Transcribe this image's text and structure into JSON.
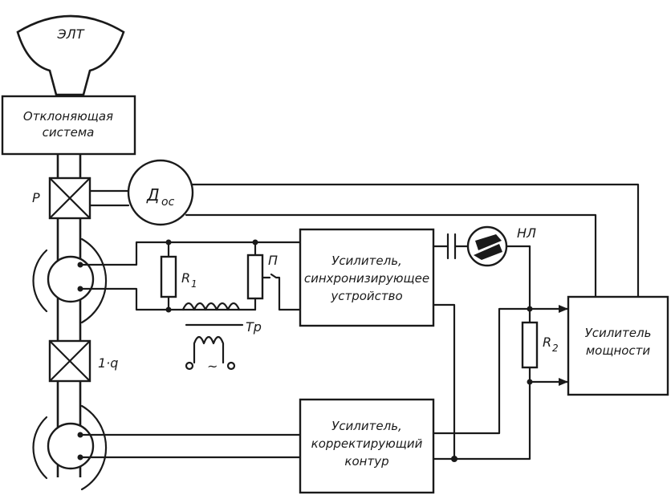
{
  "labels": {
    "crt": "ЭЛТ",
    "deflection_line1": "Отклоняющая",
    "deflection_line2": "система",
    "reducer": "Р",
    "reducer_2": "1·q",
    "dos_main": "Д",
    "dos_sub": "ос",
    "r1_main": "R",
    "r1_sub": "1",
    "pot": "П",
    "tr": "Тр",
    "ac": "~",
    "nl": "НЛ",
    "r2_main": "R",
    "r2_sub": "2",
    "amp_sync_line1": "Усилитель,",
    "amp_sync_line2": "синхронизирующее",
    "amp_sync_line3": "устройство",
    "amp_power_line1": "Усилитель",
    "amp_power_line2": "мощности",
    "amp_corr_line1": "Усилитель,",
    "amp_corr_line2": "корректирующий",
    "amp_corr_line3": "контур"
  }
}
